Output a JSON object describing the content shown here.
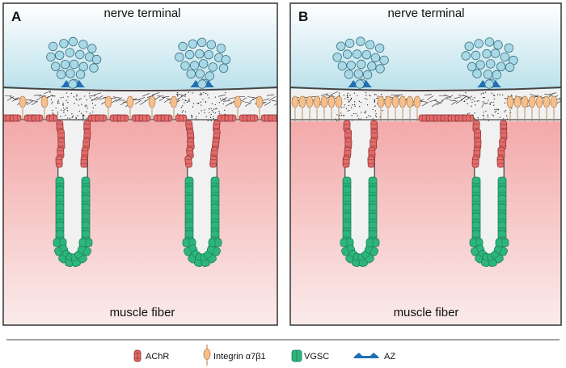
{
  "panels": [
    {
      "letter": "A",
      "top_label": "nerve terminal",
      "bottom_label": "muscle fiber"
    },
    {
      "letter": "B",
      "top_label": "nerve terminal",
      "bottom_label": "muscle fiber"
    }
  ],
  "legend": {
    "items": [
      {
        "icon": "achr-icon",
        "label": "AChR"
      },
      {
        "icon": "integrin-icon",
        "label": "Integrin α7β1"
      },
      {
        "icon": "vgsc-icon",
        "label": "VGSC"
      },
      {
        "icon": "active-zone-icon",
        "label": "AZ"
      }
    ]
  },
  "colors": {
    "achr": "#e26b6b",
    "integrin": "#f5c08e",
    "vgsc": "#2eb57e",
    "active_zone": "#1f6fb3",
    "vesicle": "#a9d9e6",
    "nerve": "#d6eef4",
    "muscle": "#f3b6b6"
  }
}
